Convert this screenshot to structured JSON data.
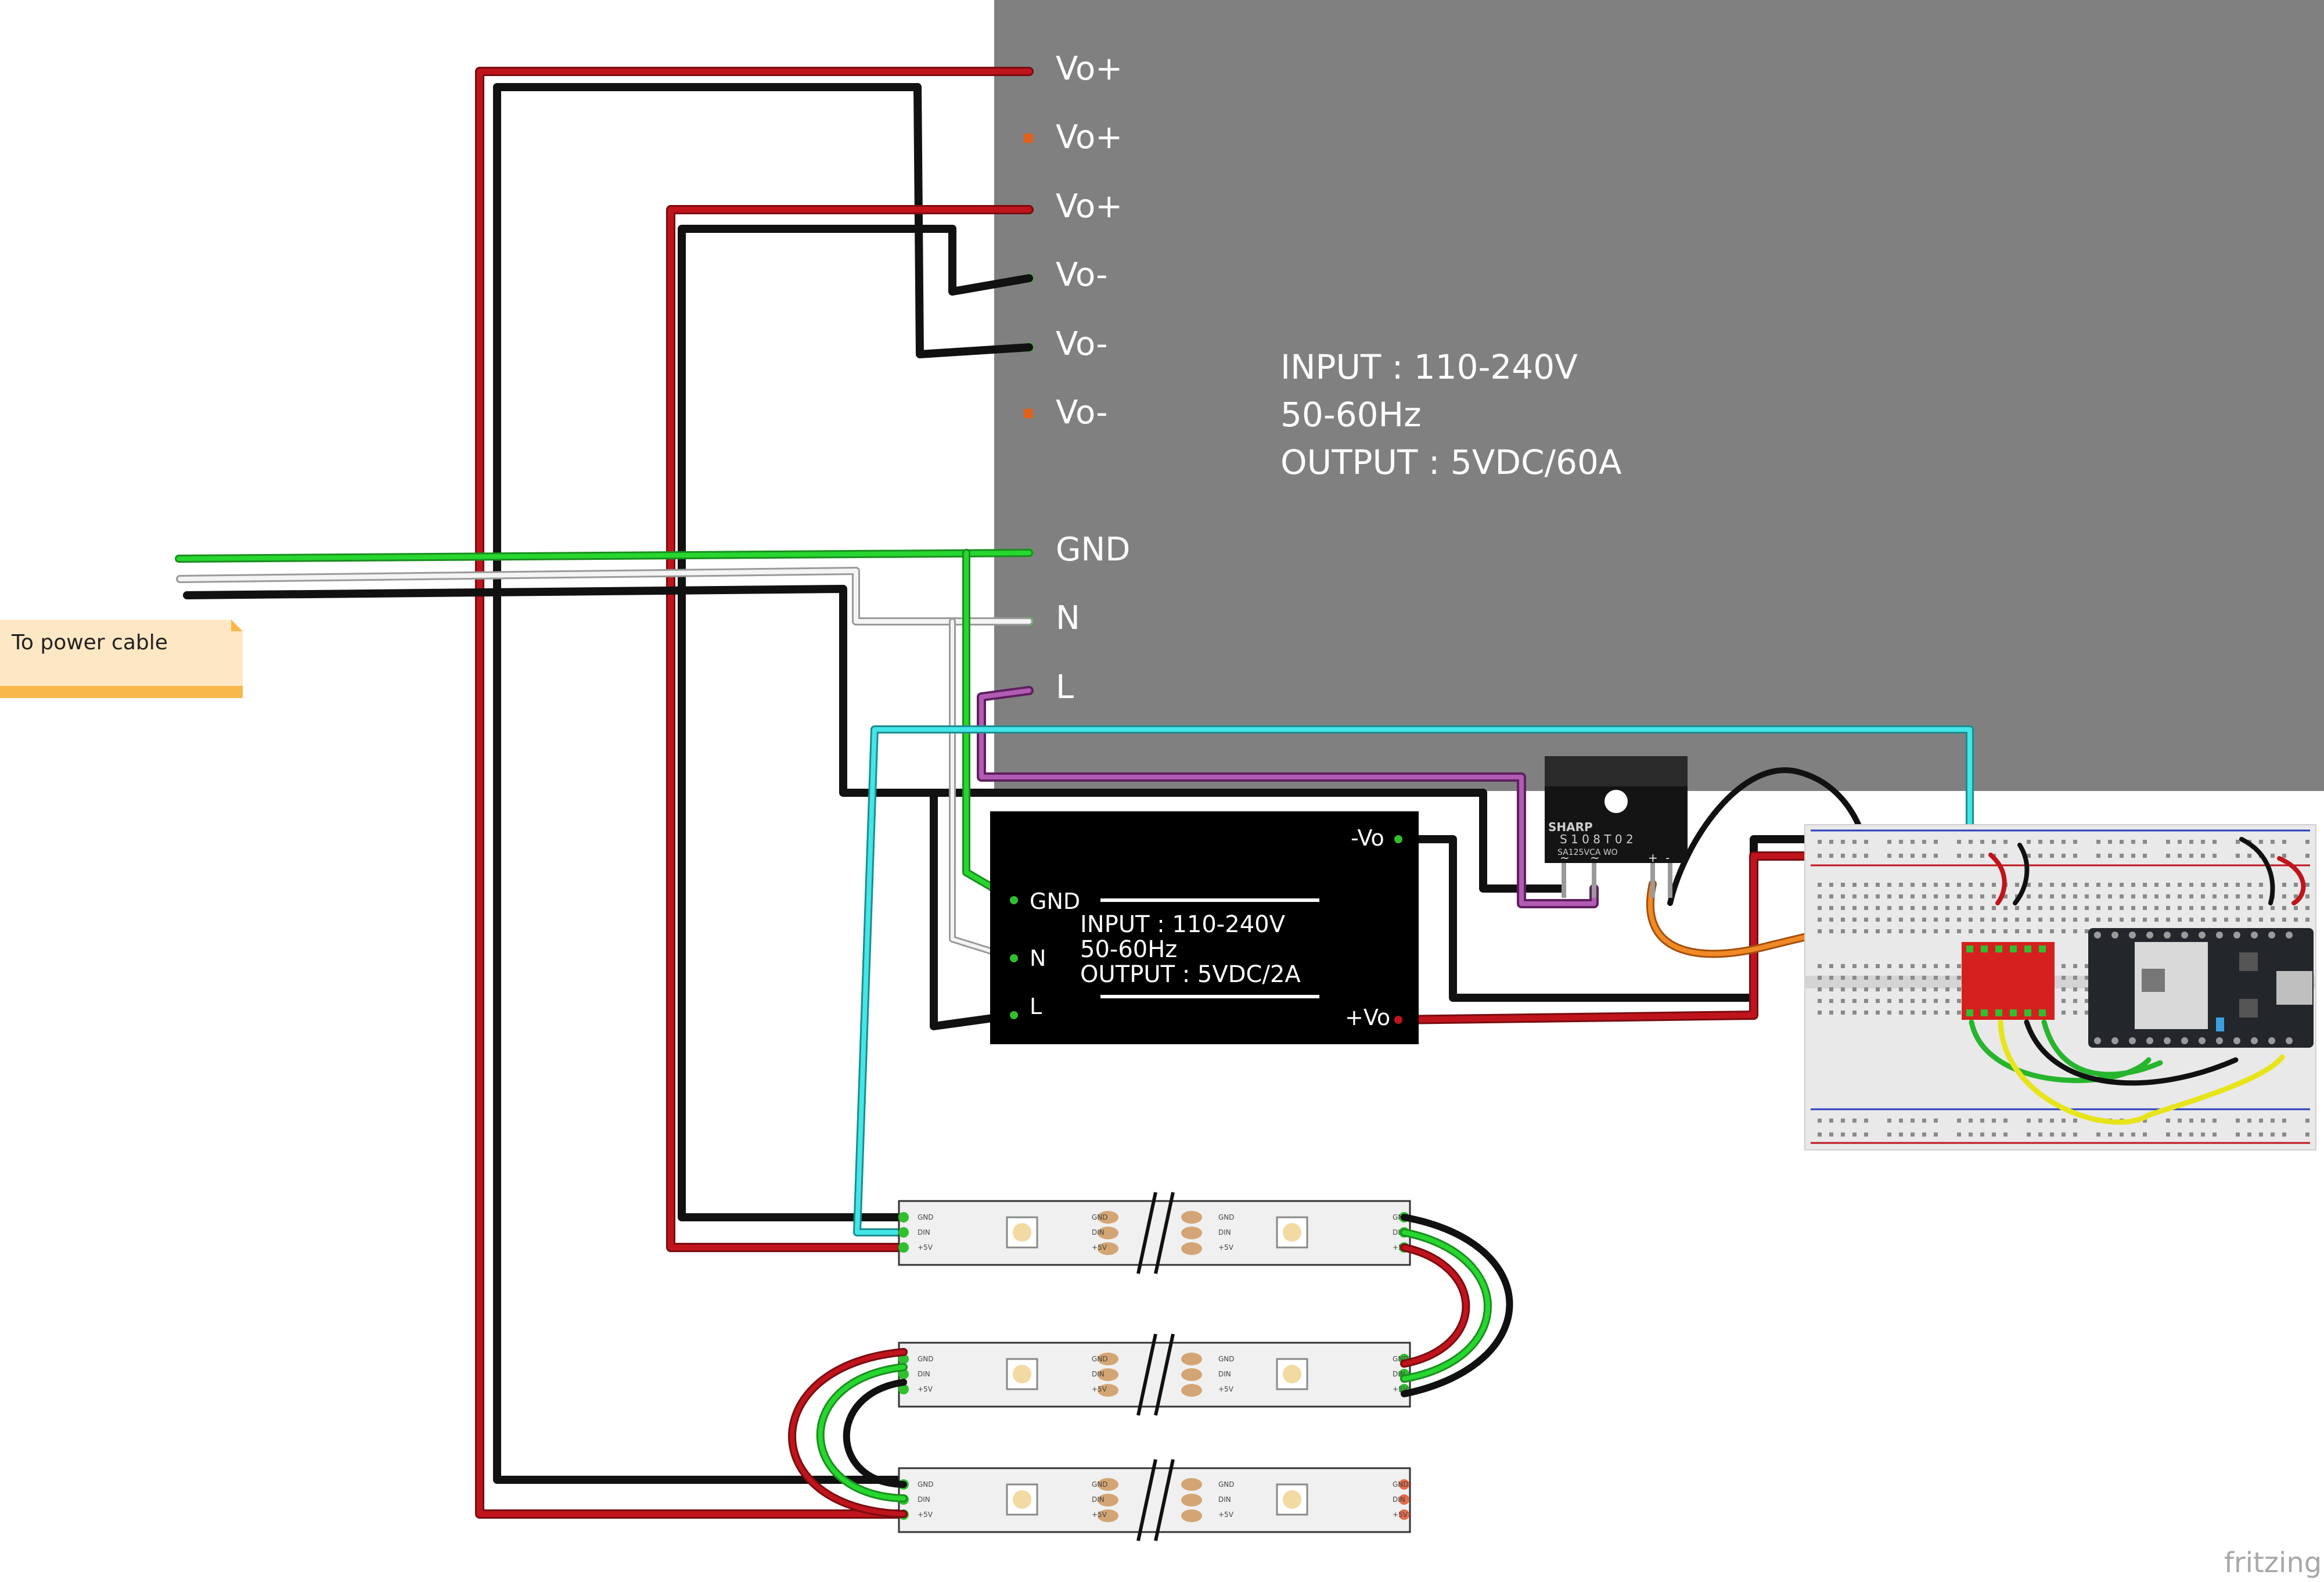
{
  "psu_big": {
    "terminals": [
      "Vo+",
      "Vo+",
      "Vo+",
      "Vo-",
      "Vo-",
      "Vo-",
      "GND",
      "N",
      "L"
    ],
    "spec_lines": [
      "INPUT : 110-240V",
      "50-60Hz",
      "OUTPUT : 5VDC/60A"
    ],
    "body_color": "#808080"
  },
  "psu_small": {
    "left_terminals": [
      "GND",
      "N",
      "L"
    ],
    "right_terminals": [
      "-Vo",
      "+Vo"
    ],
    "spec_lines": [
      "INPUT : 110-240V",
      "50-60Hz",
      "OUTPUT : 5VDC/2A"
    ],
    "body_color": "#000000"
  },
  "note": {
    "text": "To power cable"
  },
  "relay": {
    "brand": "SHARP",
    "model": "S 1 0 8 T 0 2",
    "sub": "SA125VCA  WO",
    "pins": [
      "~",
      "~",
      "+",
      "-"
    ]
  },
  "strip_pad_labels": [
    "GND",
    "DIN",
    "+5V"
  ],
  "wire_colors": {
    "red": "#c0141c",
    "black": "#222222",
    "green": "#22c22a",
    "white": "#e2e2e2",
    "purple": "#9a3d9c",
    "cyan": "#37d3d6",
    "orange": "#e07a1c",
    "yellow": "#e8e41a"
  },
  "watermark": "fritzing"
}
